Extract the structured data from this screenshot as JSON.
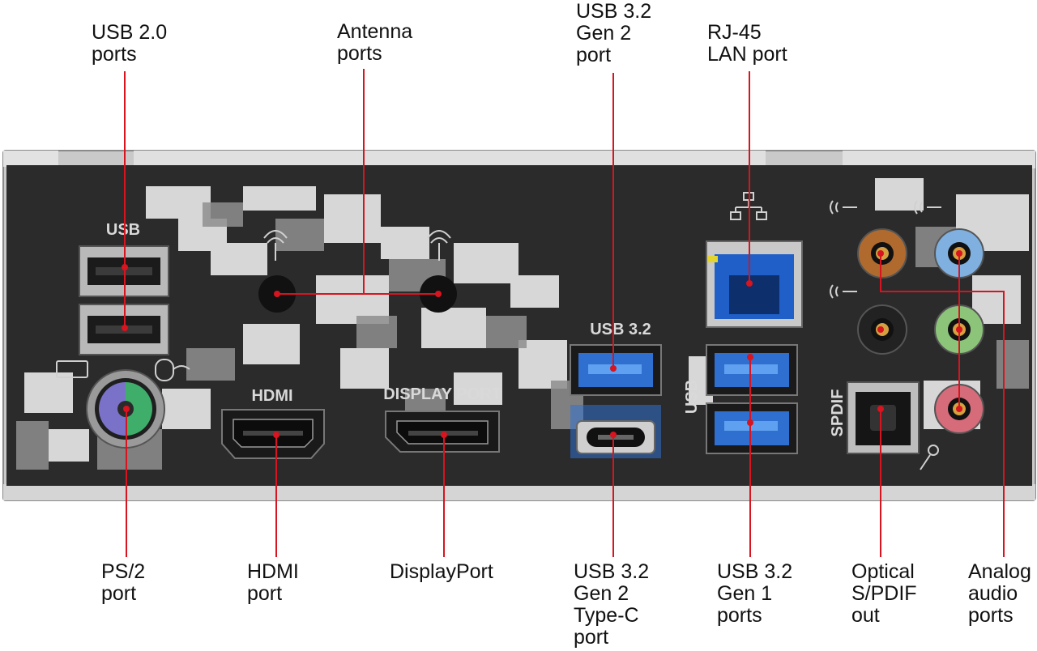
{
  "panel": {
    "usb_label": "USB",
    "hdmi_label": "HDMI",
    "displayport_label": "DISPLAY PORT",
    "usb32_label": "USB 3.2",
    "usb_vertical_label": "USB",
    "spdif_label": "SPDIF"
  },
  "callouts": {
    "usb20": "USB 2.0\nports",
    "antenna": "Antenna\nports",
    "usb32_gen2": "USB 3.2\nGen 2\nport",
    "rj45": "RJ-45\nLAN port",
    "ps2": "PS/2\nport",
    "hdmi": "HDMI\nport",
    "displayport": "DisplayPort",
    "usb32_gen2_typec": "USB 3.2\nGen 2\nType-C\nport",
    "usb32_gen1": "USB 3.2\nGen 1\nports",
    "optical": "Optical\nS/PDIF\nout",
    "analog": "Analog\naudio\nports"
  },
  "colors": {
    "leader_line": "#d7141f",
    "panel_dark": "#2b2b2b",
    "camo_light": "#e6e6e6",
    "camo_mid": "#8f8f8f",
    "usb3_blue": "#2f6fd0",
    "ps2_purple": "#7a72c9",
    "ps2_green": "#3fae6b",
    "audio_orange": "#b06a2e",
    "audio_blue": "#7fb0e0",
    "audio_green": "#8cc47a",
    "audio_pink": "#d66b7a"
  },
  "icons": [
    "network-icon",
    "keyboard-icon",
    "mouse-icon",
    "wifi-icon",
    "audio-line-icon",
    "microphone-icon"
  ]
}
